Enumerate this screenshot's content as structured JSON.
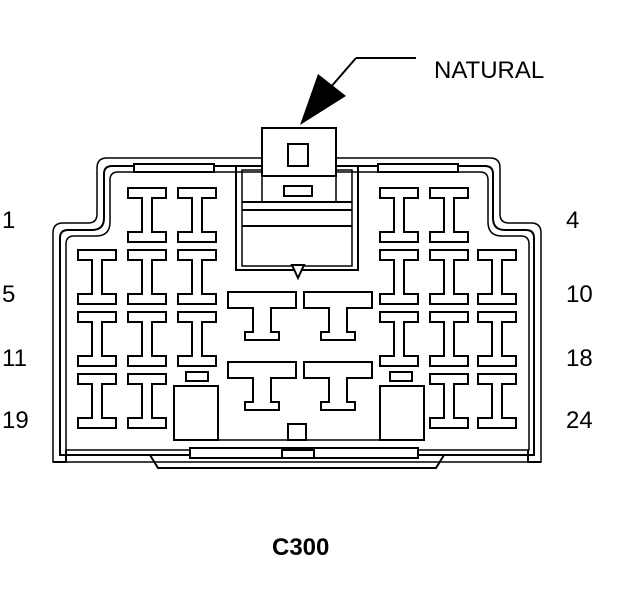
{
  "connector": {
    "id": "C300",
    "color_label": "NATURAL",
    "pin_labels": {
      "row1_left": "1",
      "row1_right": "4",
      "row2_left": "5",
      "row2_right": "10",
      "row3_left": "11",
      "row3_right": "18",
      "row4_left": "19",
      "row4_right": "24"
    }
  }
}
